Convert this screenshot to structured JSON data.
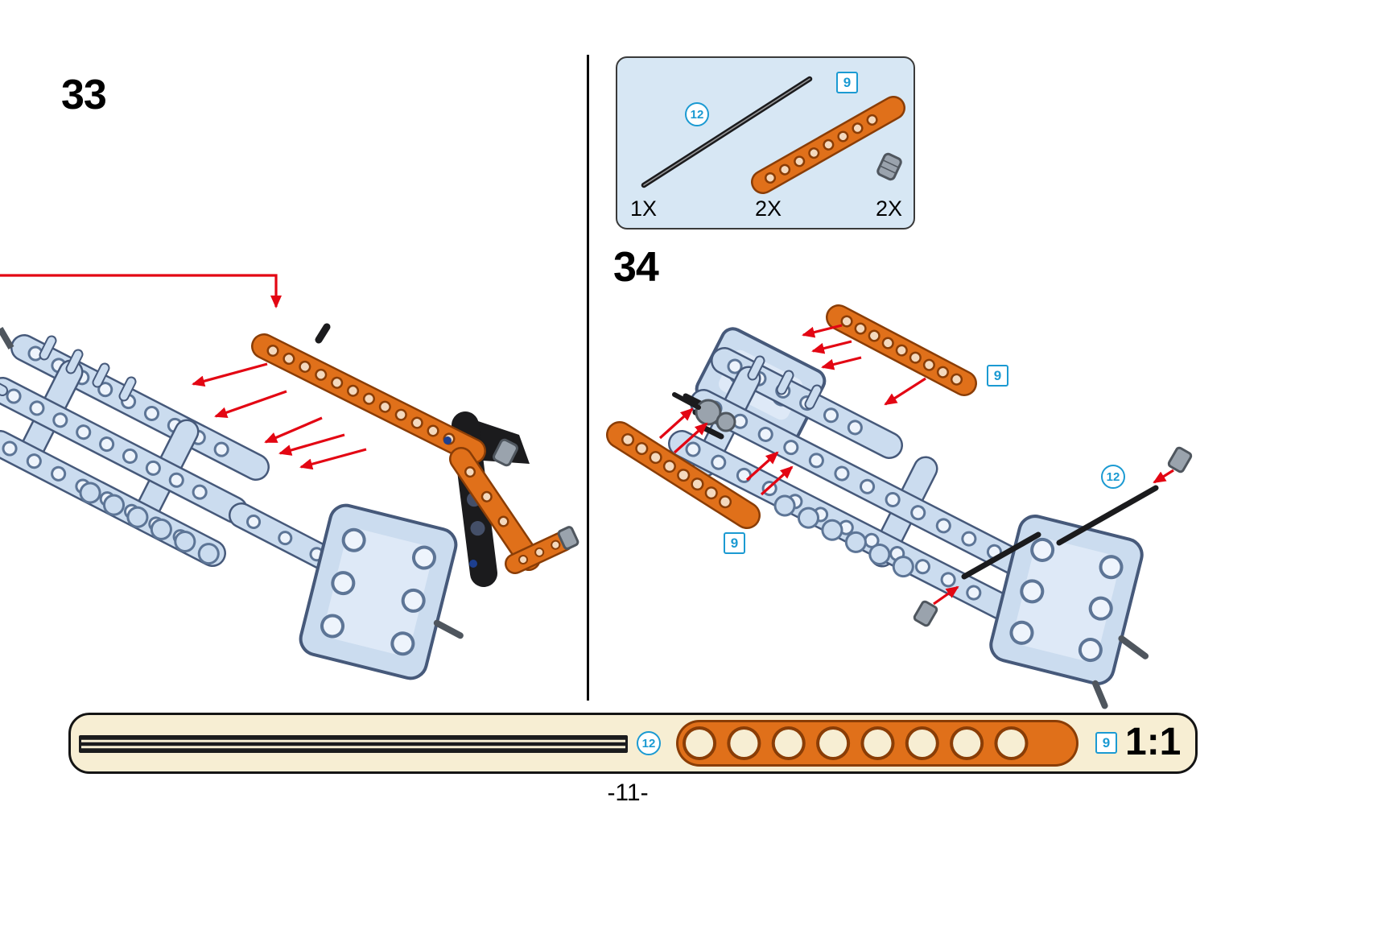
{
  "page": {
    "number": "-11-"
  },
  "steps": {
    "step33": "33",
    "step34": "34"
  },
  "parts_box": {
    "axle_callout": "12",
    "beam_callout": "9",
    "counts": [
      "1X",
      "2X",
      "2X"
    ]
  },
  "step34": {
    "beam_top_callout": "9",
    "beam_left_callout": "9",
    "axle_callout": "12"
  },
  "scale_bar": {
    "axle_callout": "12",
    "beam_callout": "9",
    "label": "1:1"
  },
  "colors": {
    "orange": "#E0701A",
    "orange_dark": "#8A3D06",
    "orange_hole": "#F4D9BE",
    "blue": "#CBDCEF",
    "blue_light": "#DEE9F7",
    "blue_dark": "#46597A",
    "blue_hole_rim": "#5D7596",
    "blue_hole": "#EEF4FC",
    "black_part": "#1B1B1D",
    "black_hole": "#444F68",
    "pin_blue": "#1D3F8F",
    "gray": "#9AA3AD",
    "gray_dark": "#4F565E",
    "red": "#E30613",
    "callout": "#1B9AD2",
    "partsbox_bg": "#D7E7F4",
    "cream": "#F7EED3"
  }
}
